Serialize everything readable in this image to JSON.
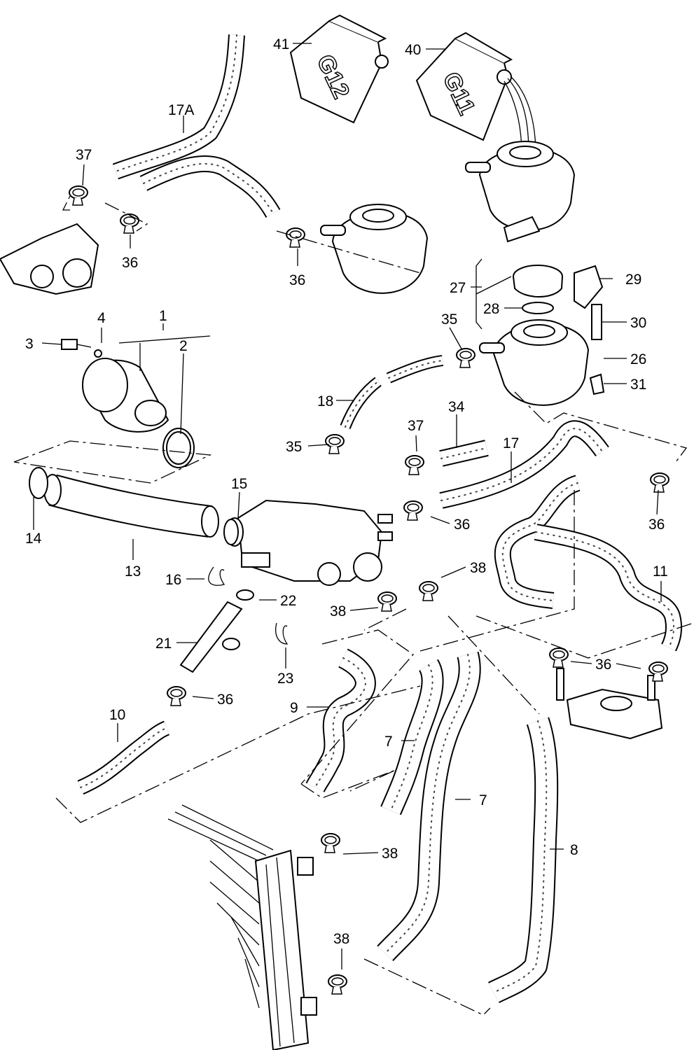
{
  "diagram": {
    "canister_marks": [
      "G12",
      "G11"
    ],
    "callouts": [
      "41",
      "40",
      "17A",
      "37",
      "36",
      "36",
      "27",
      "29",
      "28",
      "30",
      "1",
      "4",
      "3",
      "2",
      "35",
      "26",
      "31",
      "18",
      "34",
      "35",
      "37",
      "17",
      "15",
      "14",
      "36",
      "36",
      "13",
      "38",
      "11",
      "16",
      "22",
      "38",
      "21",
      "23",
      "36",
      "36",
      "9",
      "10",
      "7",
      "7",
      "38",
      "8",
      "38"
    ]
  }
}
